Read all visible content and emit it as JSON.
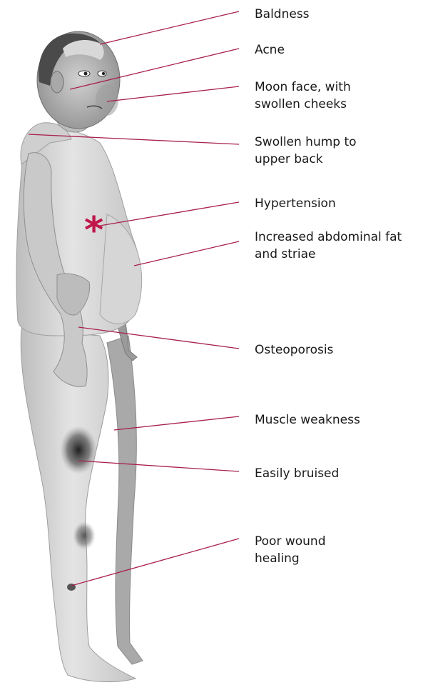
{
  "colors": {
    "leader_line": "#a8204a",
    "marker": "#c0164a",
    "text": "#1a1a1a",
    "skin": "#d9d9d9"
  },
  "marker_glyph": "*",
  "labels": {
    "baldness": [
      "Baldness"
    ],
    "acne": [
      "Acne"
    ],
    "moon_face": [
      "Moon face, with",
      "swollen cheeks"
    ],
    "hump": [
      "Swollen hump to",
      "upper back"
    ],
    "hypertension": [
      "Hypertension"
    ],
    "abdominal_fat": [
      "Increased abdominal fat",
      "and striae"
    ],
    "osteoporosis": [
      "Osteoporosis"
    ],
    "muscle_weakness": [
      "Muscle weakness"
    ],
    "bruised": [
      "Easily bruised"
    ],
    "wound_healing": [
      "Poor wound",
      "healing"
    ]
  }
}
